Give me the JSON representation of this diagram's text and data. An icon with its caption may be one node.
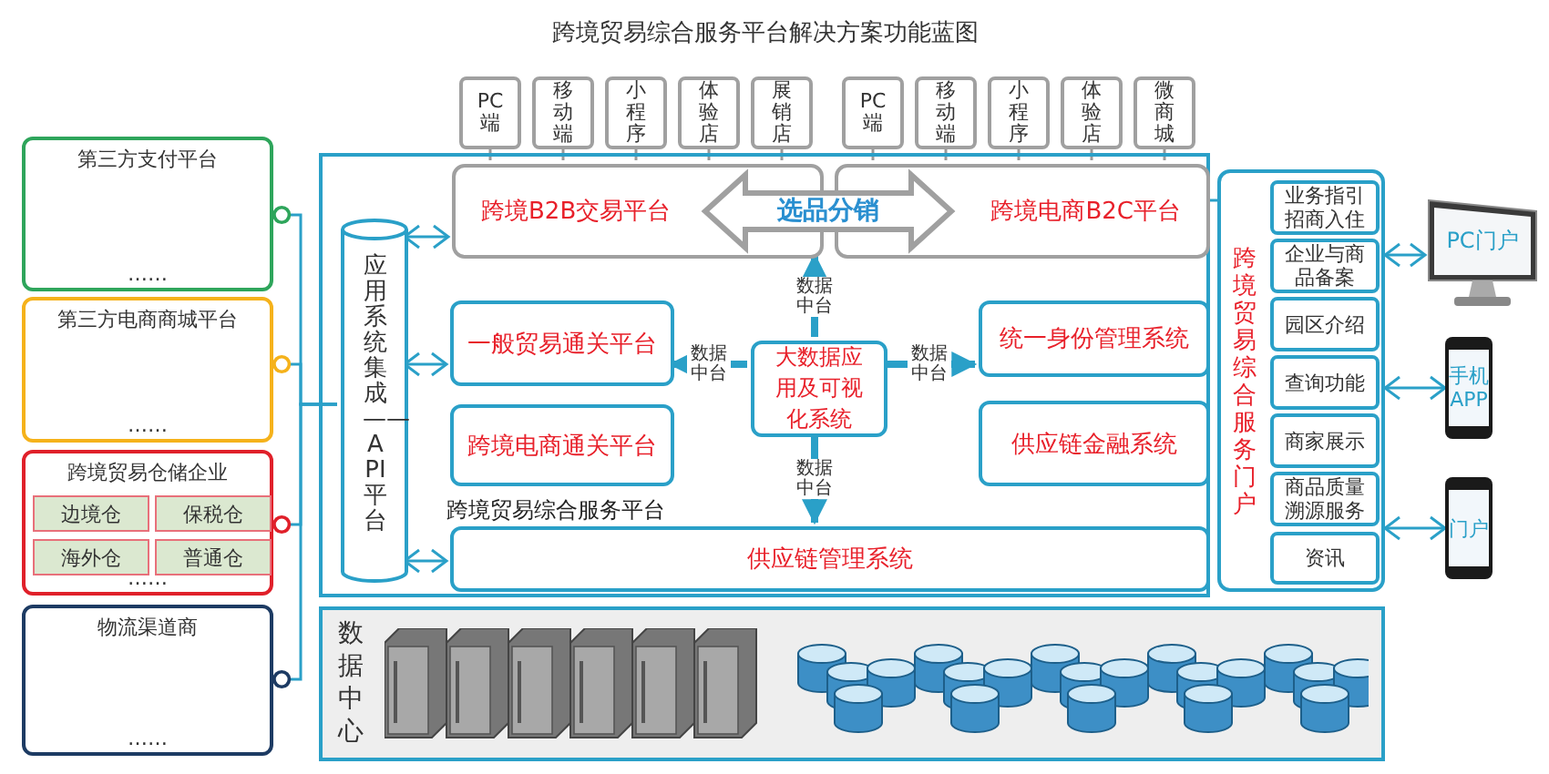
{
  "diagram": {
    "title": "跨境贸易综合服务平台解决方案功能蓝图",
    "nodes": [
      {
        "text": [
          "第三方支付平台",
          "……"
        ]
      },
      {
        "text": [
          "第三方电商商城平台",
          "……"
        ]
      },
      {
        "text": [
          "跨境贸易仓储企业",
          "……"
        ]
      },
      {
        "text": [
          "边境仓"
        ],
        "in": 2
      },
      {
        "text": [
          "保税仓"
        ],
        "in": 2
      },
      {
        "text": [
          "海外仓"
        ],
        "in": 2
      },
      {
        "text": [
          "普通仓"
        ],
        "in": 2
      },
      {
        "text": [
          "物流渠道商",
          "……"
        ]
      },
      {
        "text": [
          "跨境贸易综合服务平台"
        ]
      },
      {
        "text": [
          "应用系统集成——API平台"
        ],
        "in": 8
      },
      {
        "text": [
          "跨境B2B交易平台"
        ],
        "in": 8
      },
      {
        "text": [
          "PC端"
        ]
      },
      {
        "text": [
          "移动端"
        ]
      },
      {
        "text": [
          "小程序"
        ]
      },
      {
        "text": [
          "体验店"
        ]
      },
      {
        "text": [
          "展销店"
        ]
      },
      {
        "text": [
          "跨境电商B2C平台"
        ],
        "in": 8
      },
      {
        "text": [
          "PC端"
        ]
      },
      {
        "text": [
          "移动端"
        ]
      },
      {
        "text": [
          "小程序"
        ]
      },
      {
        "text": [
          "体验店"
        ]
      },
      {
        "text": [
          "微商城"
        ]
      },
      {
        "text": [
          "选品分销"
        ],
        "in": 8
      },
      {
        "text": [
          "一般贸易通关平台"
        ],
        "in": 8
      },
      {
        "text": [
          "跨境电商通关平台"
        ],
        "in": 8
      },
      {
        "text": [
          "大数据应用及可视化系统"
        ],
        "in": 8
      },
      {
        "text": [
          "统一身份管理系统"
        ],
        "in": 8
      },
      {
        "text": [
          "供应链金融系统"
        ],
        "in": 8
      },
      {
        "text": [
          "供应链管理系统"
        ],
        "in": 8
      },
      {
        "text": [
          "跨境贸易综合服务门户"
        ]
      },
      {
        "text": [
          "业务指引招商入住"
        ],
        "in": 29
      },
      {
        "text": [
          "企业与商品备案"
        ],
        "in": 29
      },
      {
        "text": [
          "园区介绍"
        ],
        "in": 29
      },
      {
        "text": [
          "查询功能"
        ],
        "in": 29
      },
      {
        "text": [
          "商家展示"
        ],
        "in": 29
      },
      {
        "text": [
          "商品质量溯源服务"
        ],
        "in": 29
      },
      {
        "text": [
          "资讯"
        ],
        "in": 29
      },
      {
        "text": [
          "PC门户"
        ]
      },
      {
        "text": [
          "手机APP"
        ]
      },
      {
        "text": [
          "门户"
        ]
      },
      {
        "text": [
          "数据中心"
        ]
      }
    ],
    "edges": [
      {
        "from": 0,
        "to": 9,
        "arrow": "other"
      },
      {
        "from": 1,
        "to": 9,
        "arrow": "other"
      },
      {
        "from": 2,
        "to": 9,
        "arrow": "other"
      },
      {
        "from": 7,
        "to": 9,
        "arrow": "other"
      },
      {
        "from": 9,
        "to": 10,
        "arrow": "both"
      },
      {
        "from": 9,
        "to": 23,
        "arrow": "both"
      },
      {
        "from": 9,
        "to": 28,
        "arrow": "both"
      },
      {
        "from": 11,
        "to": 10,
        "arrow": "none",
        "color": "#999999"
      },
      {
        "from": 12,
        "to": 10,
        "arrow": "none",
        "color": "#999999"
      },
      {
        "from": 13,
        "to": 10,
        "arrow": "none",
        "color": "#999999"
      },
      {
        "from": 14,
        "to": 10,
        "arrow": "none",
        "color": "#999999"
      },
      {
        "from": 15,
        "to": 10,
        "arrow": "none",
        "color": "#999999"
      },
      {
        "from": 17,
        "to": 16,
        "arrow": "none",
        "color": "#999999"
      },
      {
        "from": 18,
        "to": 16,
        "arrow": "none",
        "color": "#999999"
      },
      {
        "from": 19,
        "to": 16,
        "arrow": "none",
        "color": "#999999"
      },
      {
        "from": 20,
        "to": 16,
        "arrow": "none",
        "color": "#999999"
      },
      {
        "from": 21,
        "to": 16,
        "arrow": "none",
        "color": "#999999"
      },
      {
        "from": 16,
        "to": 29,
        "arrow": "none"
      },
      {
        "from": 25,
        "to": 10,
        "arrow": "to",
        "label": "数据中台",
        "style": "thick"
      },
      {
        "from": 25,
        "to": 23,
        "arrow": "to",
        "label": "数据中台",
        "style": "thick"
      },
      {
        "from": 25,
        "to": 26,
        "arrow": "to",
        "label": "数据中台",
        "style": "thick"
      },
      {
        "from": 25,
        "to": 28,
        "arrow": "to",
        "label": "数据中台",
        "style": "thick"
      },
      {
        "from": 29,
        "to": 37,
        "arrow": "both"
      },
      {
        "from": 29,
        "to": 38,
        "arrow": "both"
      },
      {
        "from": 29,
        "to": 39,
        "arrow": "both"
      }
    ]
  }
}
